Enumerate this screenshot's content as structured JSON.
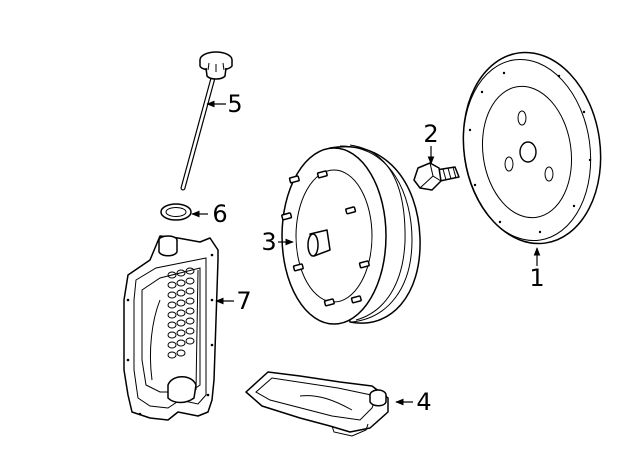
{
  "diagram": {
    "callouts": [
      {
        "id": "1",
        "label": "1"
      },
      {
        "id": "2",
        "label": "2"
      },
      {
        "id": "3",
        "label": "3"
      },
      {
        "id": "4",
        "label": "4"
      },
      {
        "id": "5",
        "label": "5"
      },
      {
        "id": "6",
        "label": "6"
      },
      {
        "id": "7",
        "label": "7"
      }
    ]
  },
  "colors": {
    "line": "#000000",
    "background": "#ffffff"
  }
}
